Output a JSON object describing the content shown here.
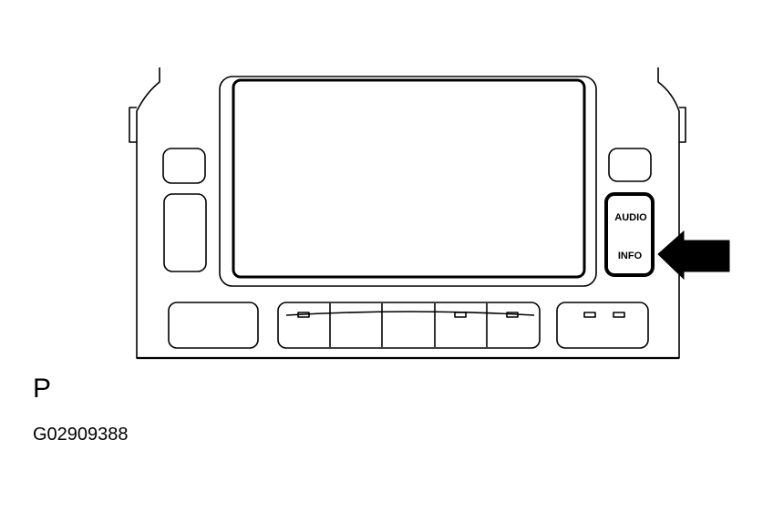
{
  "diagram": {
    "buttons": {
      "audio_label": "AUDIO",
      "info_label": "INFO"
    }
  },
  "page_letter": "P",
  "figure_id": "G02909388"
}
